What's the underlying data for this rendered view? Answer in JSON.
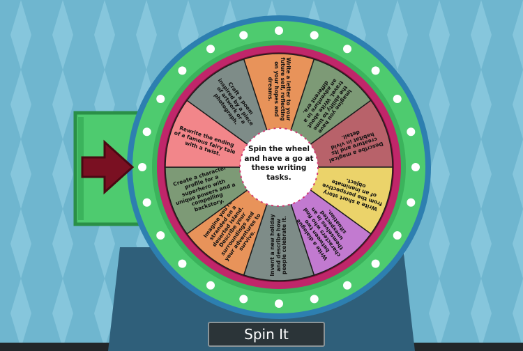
{
  "colors": {
    "background": "#6fb6cf",
    "diamond": "#86c6dc",
    "stand": "#2f5f7a",
    "outer_rim": "#4ecb6f",
    "rim_dark": "#2d9a4c",
    "inner_ring": "#c0266a",
    "pointer": "#7a1022",
    "button_bg": "#2b3438"
  },
  "wheel": {
    "center_text": "Spin the wheel and have a go at these writing tasks.",
    "segments": [
      {
        "text": "Write a letter to your future self, reflecting on your hopes and dreams.",
        "color": "#e8935a"
      },
      {
        "text": "Imagine you have the ability to time travel. Write about an adventure in a different era.",
        "color": "#7d9a76"
      },
      {
        "text": "Describe a magical creature and its habitat in vivid detail.",
        "color": "#b8626a"
      },
      {
        "text": "Write a short story from the perspective of an inanimate object.",
        "color": "#ebd36a"
      },
      {
        "text": "Write a dialogue between two characters who find themselves in an unexpected situation.",
        "color": "#c27ad0"
      },
      {
        "text": "Invent a new holiday and describe how people celebrate it.",
        "color": "#7e8c88"
      },
      {
        "text": "Imagine you're stranded on a deserted island. Describe your surroundings and your adventures to survive.",
        "color": "#e8935a"
      },
      {
        "text": "Create a character profile for a superhero with unique powers and a compelling backstory.",
        "color": "#7d9a76"
      },
      {
        "text": "Rewrite the ending of a famous fairy tale with a twist.",
        "color": "#f2868a"
      },
      {
        "text": "Craft a poem inspired by a piece of artwork or a photograph.",
        "color": "#7e8c88"
      }
    ]
  },
  "spin_button": {
    "label": "Spin It"
  }
}
